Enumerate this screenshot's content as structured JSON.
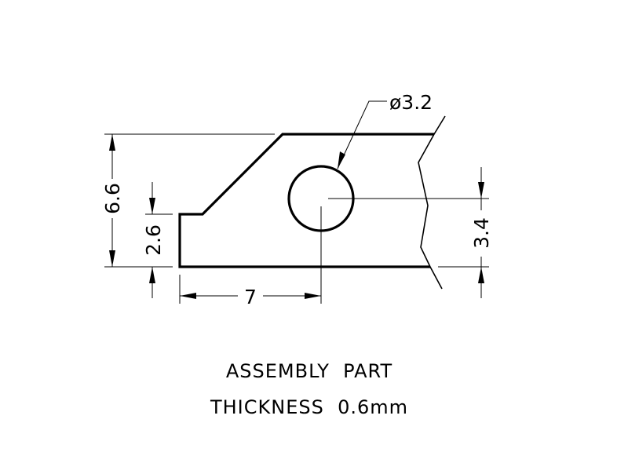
{
  "drawing": {
    "dimensions": {
      "overall_height": "6.6",
      "step_height": "2.6",
      "hole_center_height": "3.4",
      "hole_center_offset": "7",
      "hole_diameter": "ø3.2"
    },
    "title_line_1": "ASSEMBLY  PART",
    "title_line_2": "THICKNESS  0.6mm"
  }
}
